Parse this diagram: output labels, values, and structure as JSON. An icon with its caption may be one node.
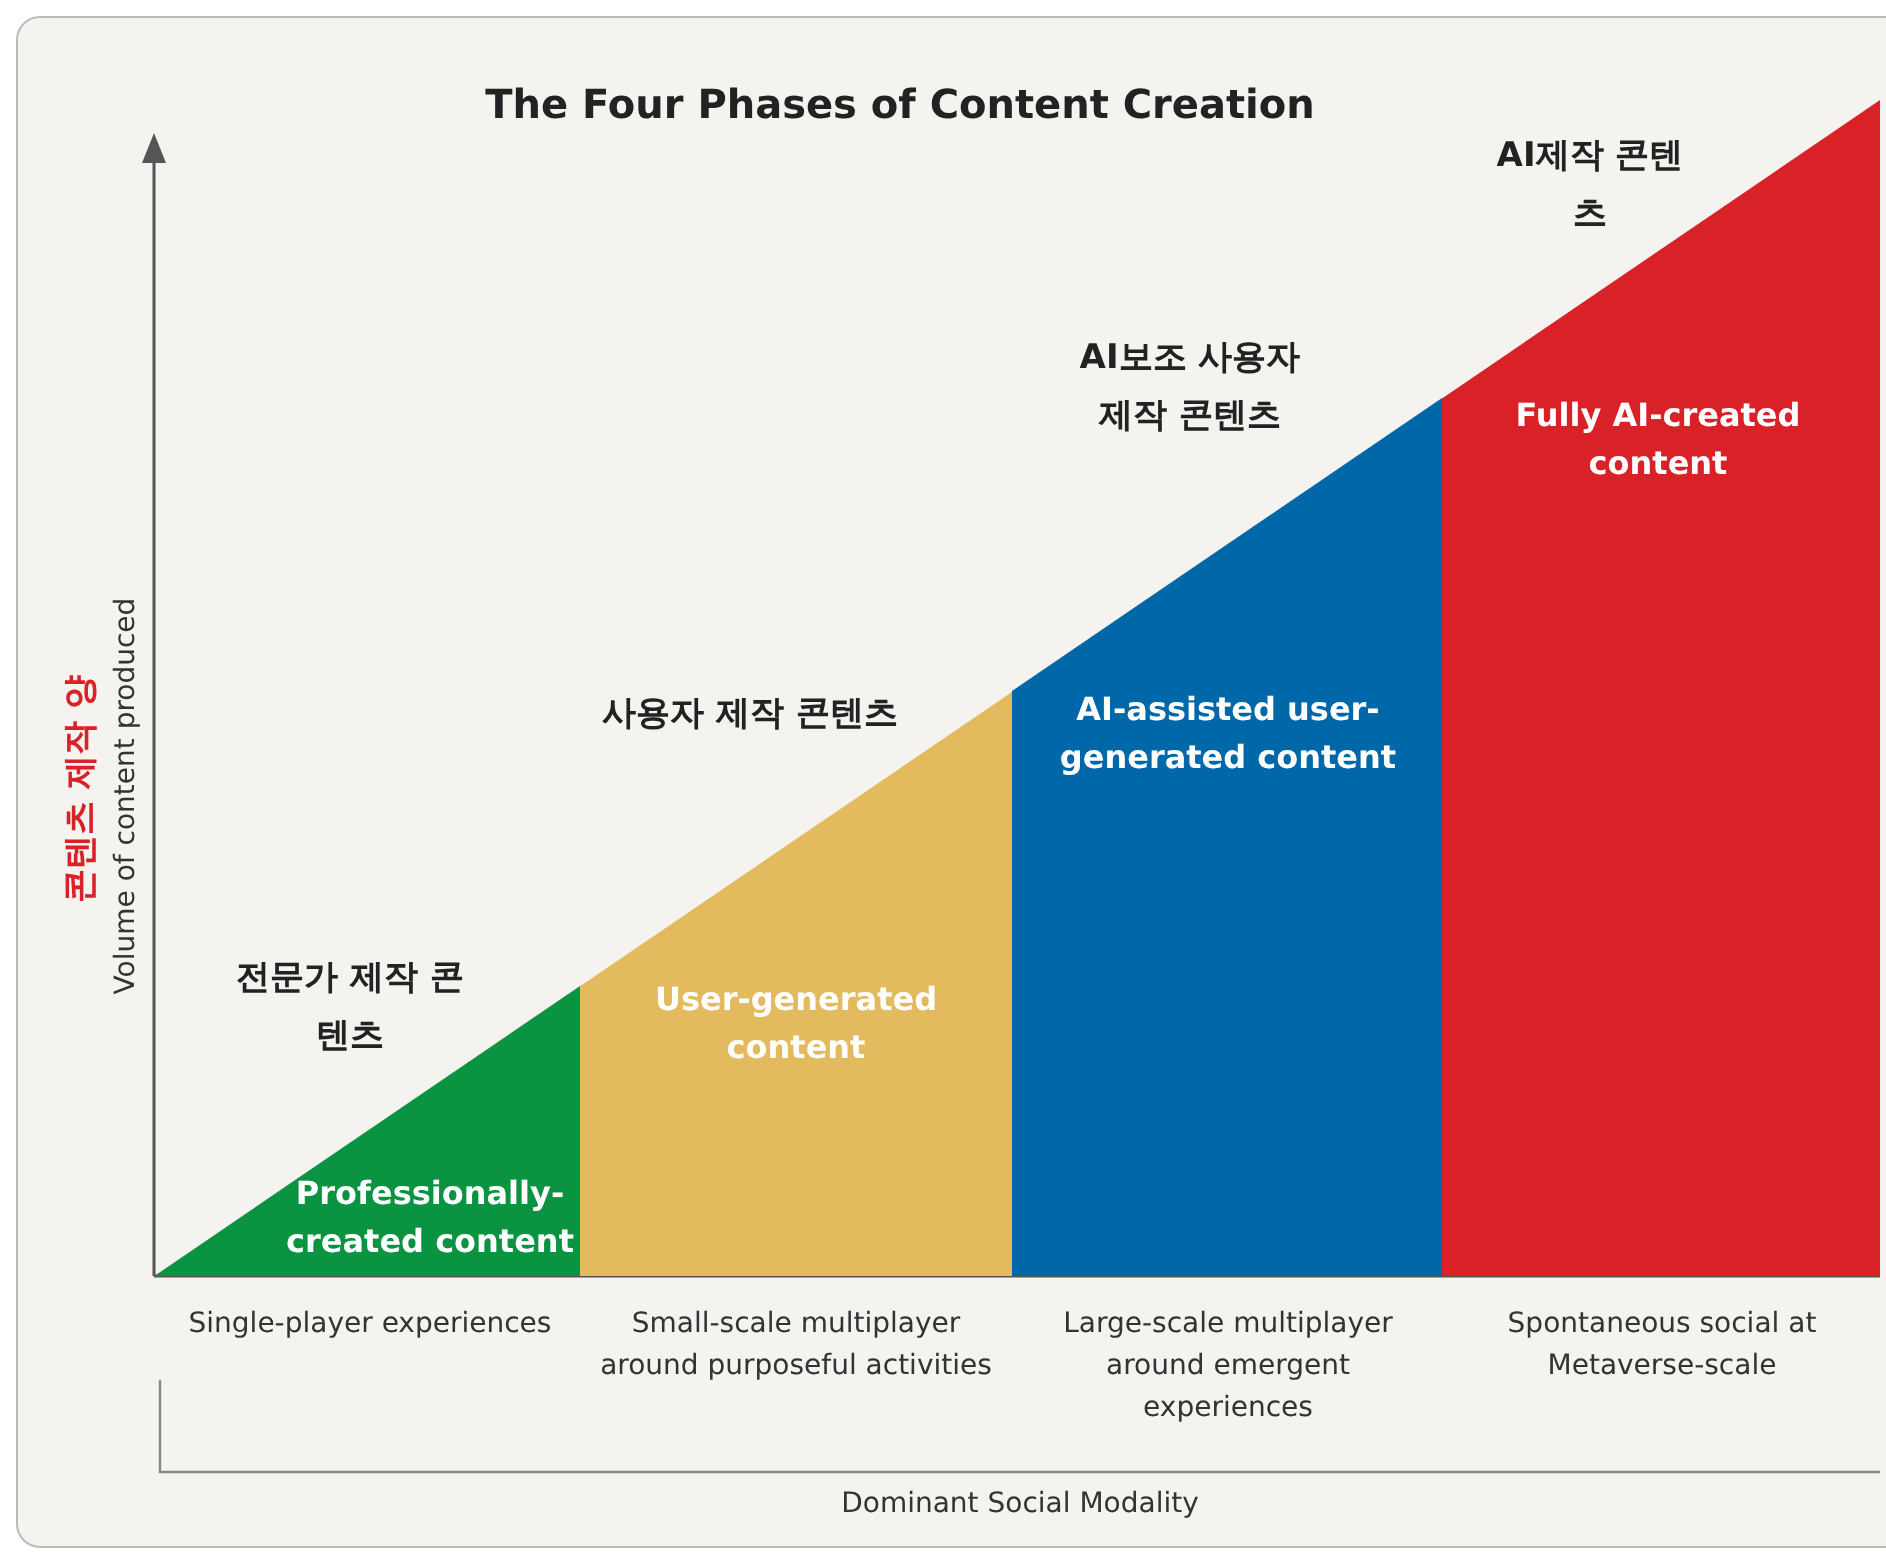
{
  "diagram": {
    "title": "The Four Phases of Content Creation",
    "nodes": [
      {
        "text": [
          "Professionally-created content"
        ],
        "beside": [
          "전문가 제작 콘텐츠"
        ]
      },
      {
        "text": [
          "User-generated content"
        ],
        "beside": [
          "사용자 제작 콘텐츠"
        ]
      },
      {
        "text": [
          "AI-assisted user-generated content"
        ],
        "beside": [
          "AI보조 사용자 제작 콘텐츠"
        ]
      },
      {
        "text": [
          "Fully AI-created content"
        ],
        "beside": [
          "AI제작 콘텐츠"
        ]
      }
    ],
    "edges": [],
    "labels": [
      "콘텐츠 제작 양",
      "Volume of content produced",
      "Single-player experiences",
      "Small-scale multiplayer around purposeful activities",
      "Large-scale multiplayer around emergent experiences",
      "Spontaneous social at Metaverse-scale",
      "Dominant Social Modality"
    ]
  }
}
